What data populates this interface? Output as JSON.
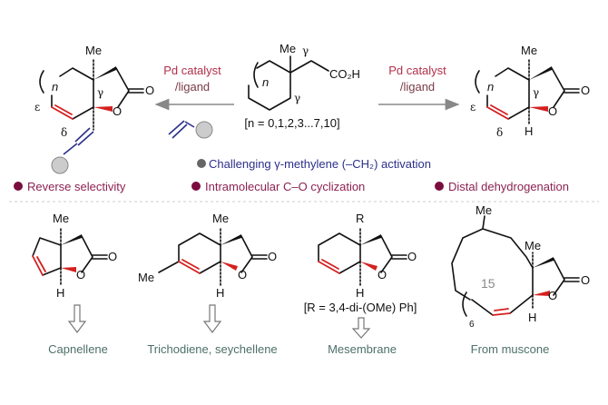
{
  "reaction": {
    "left_arrow": {
      "line1": "Pd catalyst",
      "line2": "/ligand"
    },
    "right_arrow": {
      "line1": "Pd catalyst",
      "line2": "/ligand"
    },
    "substrate": {
      "me": "Me",
      "gamma_top": "γ",
      "acid": "CO₂H",
      "gamma_ring": "γ",
      "n": "n",
      "range": "[n = 0,1,2,3...7,10]"
    },
    "left_product": {
      "me": "Me",
      "o_carbonyl": "O",
      "o_ring": "O",
      "gamma": "γ",
      "epsilon": "ε",
      "delta": "δ",
      "n": "n"
    },
    "right_product": {
      "me": "Me",
      "o_carbonyl": "O",
      "o_ring": "O",
      "gamma": "γ",
      "epsilon": "ε",
      "delta": "δ",
      "h": "H",
      "n": "n"
    }
  },
  "challenge": "Challenging γ-methylene (–CH₂) activation",
  "features": [
    "Reverse selectivity",
    "Intramolecular C–O cyclization",
    "Distal dehydrogenation"
  ],
  "applications": [
    {
      "name": "Capnellene",
      "me": "Me",
      "o1": "O",
      "o2": "O",
      "h": "H"
    },
    {
      "name": "Trichodiene, seychellene",
      "me": "Me",
      "me2": "Me",
      "o1": "O",
      "o2": "O",
      "h": "H"
    },
    {
      "name": "Mesembrane",
      "r": "R",
      "o1": "O",
      "o2": "O",
      "h": "H",
      "note": "[R = 3,4-di-(OMe) Ph]"
    },
    {
      "name": "From muscone",
      "me": "Me",
      "me2": "Me",
      "o1": "O",
      "o2": "O",
      "h": "H",
      "ring": "15",
      "n": "6"
    }
  ],
  "colors": {
    "red": "#d42020",
    "blue": "#2b2f8a",
    "maroon": "#7a0d3e",
    "teal": "#4d7069"
  }
}
